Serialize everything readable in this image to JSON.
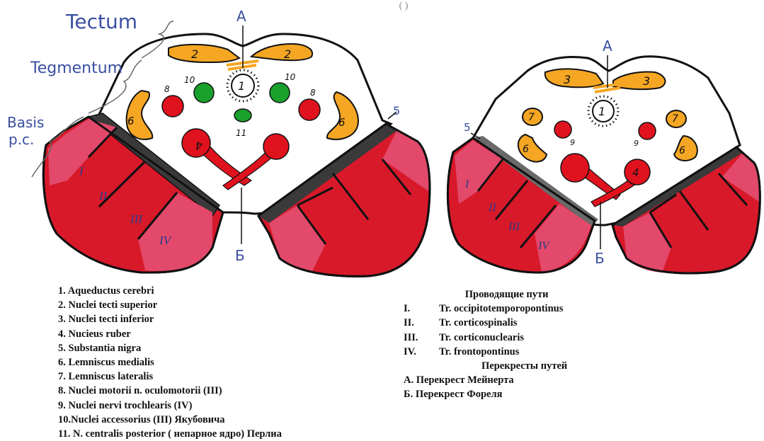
{
  "top_fragment": "(                                              )",
  "level_labels": {
    "tectum": "Tectum",
    "tegmentum": "Tegmentum",
    "basis_1": "Basis",
    "basis_2": "p.c."
  },
  "markers": {
    "a": "A",
    "b": "Б",
    "n1": "1",
    "n2": "2",
    "n3": "3",
    "n4": "4",
    "n5": "5",
    "n6": "6",
    "n7": "7",
    "n8": "8",
    "n9": "9",
    "n10": "10",
    "n11": "11",
    "r1": "I",
    "r2": "II",
    "r3": "III",
    "r4": "IV"
  },
  "colors": {
    "orange": "#f5a623",
    "red": "#e0121e",
    "green": "#1aa02c",
    "dark_band": "#3a3a3a",
    "pink": "#e14a6e",
    "handwriting": "#3a4fa0"
  },
  "structures_list": [
    "1.  Aqueductus  cerebri",
    "2.  Nuclei tecti superior",
    "3.  Nuclei tecti inferior",
    "4.  Nucieus  ruber",
    "5.  Substantia  nigra",
    "6.  Lemniscus  medialis",
    "7.  Lemniscus  lateralis",
    "8.  Nuclei motorii n. oculomotorii (III)",
    "9.  Nuclei nervi trochlearis (IV)",
    "10.Nuclei accessorius (III) Якубовича",
    "11. N. centralis posterior ( непарное ядро) Перлиа"
  ],
  "pathways_heading": "Проводящие пути",
  "pathways": [
    {
      "key": "I.",
      "label": "Tr. occipitotemporopontinus"
    },
    {
      "key": "II.",
      "label": "Tr. corticospinalis"
    },
    {
      "key": "III.",
      "label": "Tr. corticonuclearis"
    },
    {
      "key": "IV.",
      "label": "Tr. frontopontinus"
    }
  ],
  "decussations_heading": "Перекресты путей",
  "decussations": [
    "А. Перекрест Мейнерта",
    "Б. Перекрест Фореля"
  ]
}
